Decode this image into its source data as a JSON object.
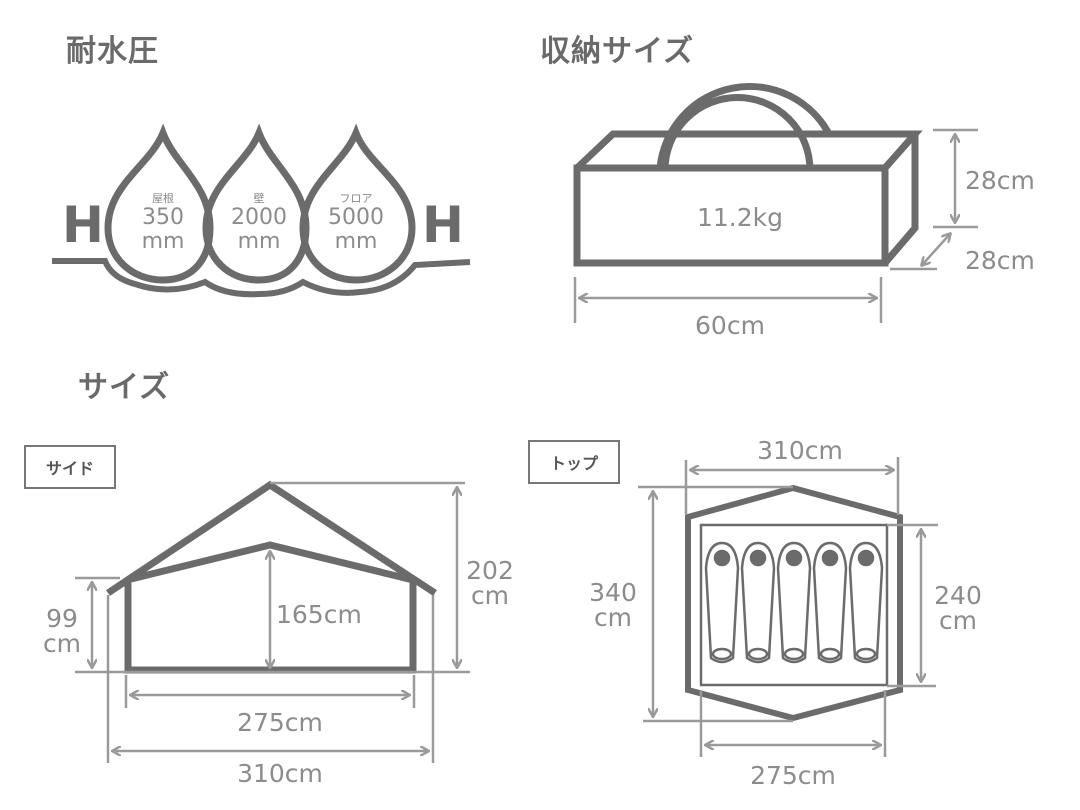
{
  "sections": {
    "waterproof": {
      "title": "耐水圧",
      "left_glyph": "H",
      "right_glyph": "H",
      "drops": [
        {
          "label": "屋根",
          "value": "350",
          "unit": "mm"
        },
        {
          "label": "壁",
          "value": "2000",
          "unit": "mm"
        },
        {
          "label": "フロア",
          "value": "5000",
          "unit": "mm"
        }
      ]
    },
    "storage": {
      "title": "収納サイズ",
      "weight": "11.2kg",
      "height": "28cm",
      "depth": "28cm",
      "width": "60cm"
    },
    "size": {
      "title": "サイズ",
      "side": {
        "tag": "サイド",
        "wall_height": {
          "value": "99",
          "unit": "cm"
        },
        "inner_height": "165cm",
        "total_height": {
          "value": "202",
          "unit": "cm"
        },
        "inner_width": "275cm",
        "total_width": "310cm"
      },
      "top": {
        "tag": "トップ",
        "total_width": "310cm",
        "total_length": {
          "value": "340",
          "unit": "cm"
        },
        "inner_length": {
          "value": "240",
          "unit": "cm"
        },
        "inner_width": "275cm",
        "sleeping_bags": 5
      }
    }
  },
  "colors": {
    "outline": "#6b6b6b",
    "dimension": "#9a9a9a",
    "text": "#8c8c8c"
  }
}
